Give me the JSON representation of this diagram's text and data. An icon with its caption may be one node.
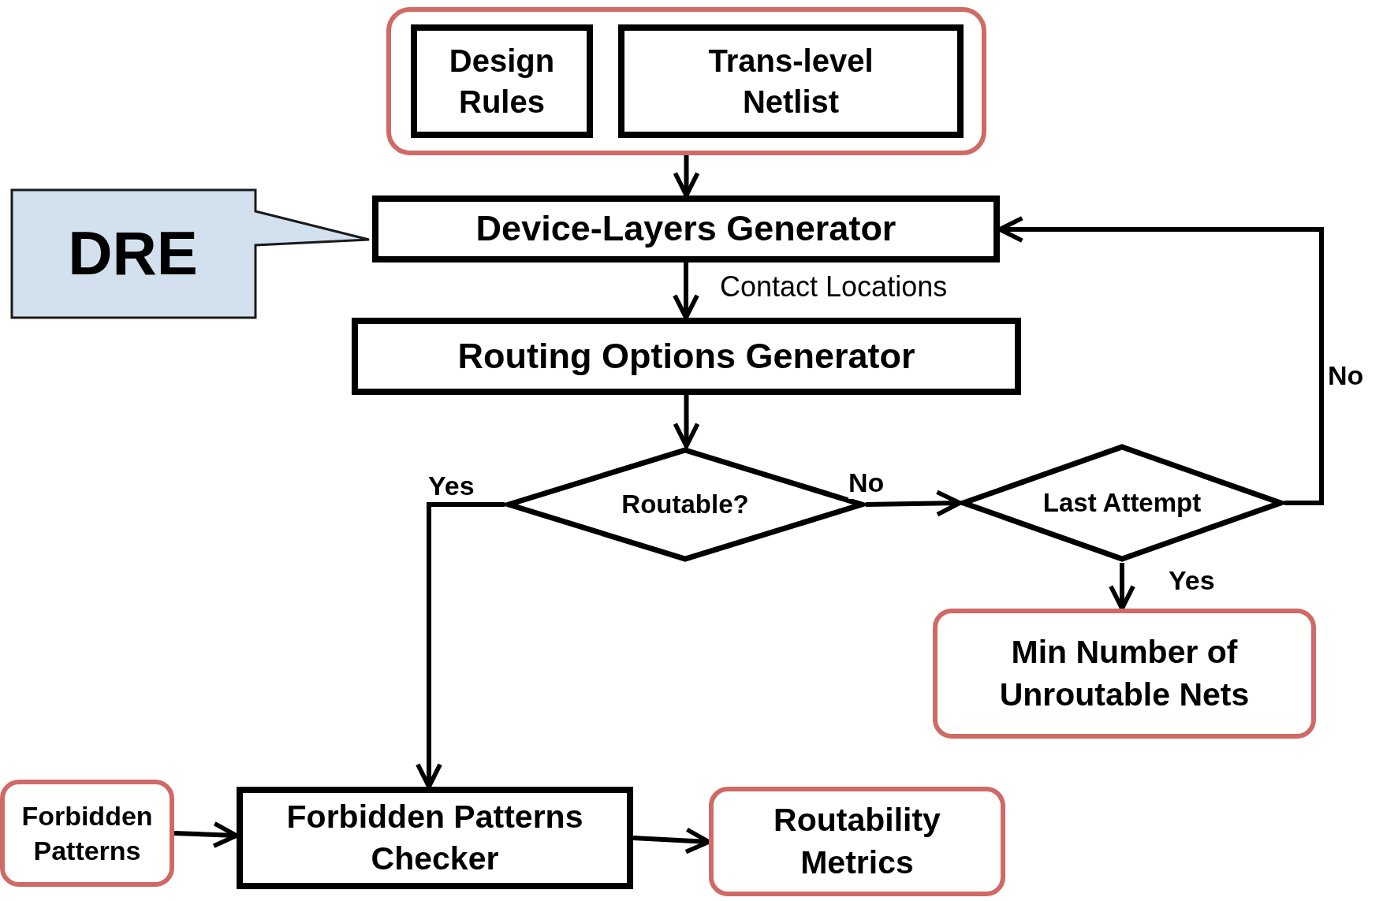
{
  "diagram": {
    "nodes": [
      {
        "text": [],
        "shape": "box"
      },
      {
        "text": [
          "Design Rules"
        ],
        "in": 0
      },
      {
        "text": [
          "Trans-level Netlist"
        ],
        "in": 0
      },
      {
        "text": [
          "Device-Layers Generator"
        ]
      },
      {
        "text": [
          "DRE"
        ]
      },
      {
        "text": [
          "Routing Options Generator"
        ]
      },
      {
        "text": [
          "Routable?"
        ]
      },
      {
        "text": [
          "Last Attempt"
        ]
      },
      {
        "text": [
          "Min Number of Unroutable Nets"
        ]
      },
      {
        "text": [
          "Forbidden Patterns"
        ]
      },
      {
        "text": [
          "Forbidden Patterns Checker"
        ]
      },
      {
        "text": [
          "Routability Metrics"
        ]
      }
    ],
    "edges": [
      {
        "from": 0,
        "to": 3,
        "arrow": "to"
      },
      {
        "from": 3,
        "to": 5,
        "arrow": "to",
        "label": "Contact Locations"
      },
      {
        "from": 5,
        "to": 6,
        "arrow": "to"
      },
      {
        "from": 6,
        "to": 7,
        "arrow": "to",
        "label": "No"
      },
      {
        "from": 7,
        "to": 3,
        "arrow": "to",
        "label": "No"
      },
      {
        "from": 7,
        "to": 8,
        "arrow": "to",
        "label": "Yes"
      },
      {
        "from": 6,
        "to": 10,
        "arrow": "to",
        "label": "Yes"
      },
      {
        "from": 9,
        "to": 10,
        "arrow": "to"
      },
      {
        "from": 10,
        "to": 11,
        "arrow": "to"
      }
    ]
  }
}
